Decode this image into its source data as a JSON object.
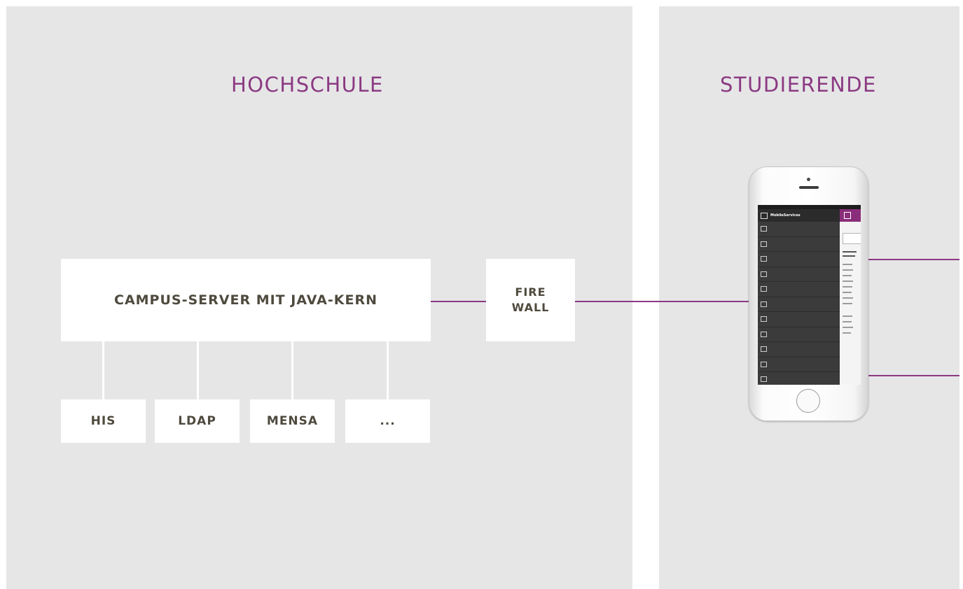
{
  "colors": {
    "accent": "#8b3a82",
    "text_dark": "#4e4a3e",
    "panel_bg": "#e6e6e7"
  },
  "panels": {
    "left": {
      "title": "HOCHSCHULE"
    },
    "right": {
      "title": "STUDIERENDE"
    }
  },
  "server": {
    "label": "CAMPUS-SERVER MIT JAVA-KERN"
  },
  "firewall": {
    "line1": "FIRE",
    "line2": "WALL"
  },
  "subsystems": [
    {
      "label": "HIS"
    },
    {
      "label": "LDAP"
    },
    {
      "label": "MENSA"
    },
    {
      "label": "..."
    }
  ],
  "phone": {
    "app_title": "MobileServices",
    "icons": {
      "device": "smartphone-icon"
    }
  }
}
